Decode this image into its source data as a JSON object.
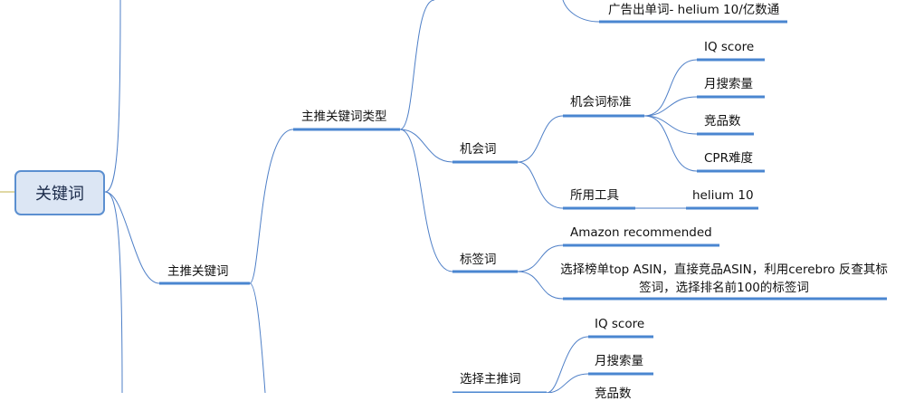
{
  "root": {
    "label": "关键词"
  },
  "nodes": {
    "zhutui": "主推关键词",
    "zhutui_type": "主推关键词类型",
    "jihui": "机会词",
    "jihui_std": "机会词标准",
    "iq1": "IQ score",
    "yue1": "月搜索量",
    "jingpin": "竞品数",
    "cpr": "CPR难度",
    "tools": "所用工具",
    "helium": "helium 10",
    "biaoqian": "标签词",
    "amazon_rec": "Amazon recommended",
    "asin_method": "选择榜单top ASIN，直接竞品ASIN，利用cerebro 反查其标签词，选择排名前100的标签词",
    "ad": "广告出单词- helium 10/亿数通",
    "xuanze": "选择主推词",
    "iq2": "IQ score",
    "yue2": "月搜索量",
    "partial": "竞品数"
  }
}
